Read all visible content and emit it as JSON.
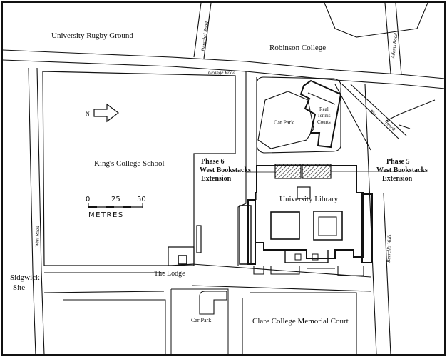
{
  "map": {
    "labels": {
      "university_rugby_ground": "University Rugby Ground",
      "robinson_college": "Robinson College",
      "kings_college_school": "King's College School",
      "university_library": "University Library",
      "car_park_north": "Car Park",
      "car_park_south": "Car Park",
      "real_tennis_courts_1": "Real",
      "real_tennis_courts_2": "Tennis",
      "real_tennis_courts_3": "Courts",
      "the_lodge": "The Lodge",
      "sidgwick_site_1": "Sidgwick",
      "sidgwick_site_2": "Site",
      "clare_college_memorial_court": "Clare College Memorial Court",
      "phase6_1": "Phase 6",
      "phase6_2": "West Bookstacks",
      "phase6_3": "Extension",
      "phase5_1": "Phase 5",
      "phase5_2": "West Bookstacks",
      "phase5_3": "Extension"
    },
    "roads": {
      "herschel_road": "Herschel Road",
      "grange_road": "Grange Road",
      "adams_road": "Adams Road",
      "west_road": "West Road",
      "burrells_walk": "Burrell's Walk",
      "bin_brook_1": "Bin",
      "bin_brook_2": "Brook"
    },
    "north_arrow": {
      "label": "N"
    },
    "scale": {
      "ticks": [
        "0",
        "25",
        "50"
      ],
      "unit": "METRES"
    }
  }
}
